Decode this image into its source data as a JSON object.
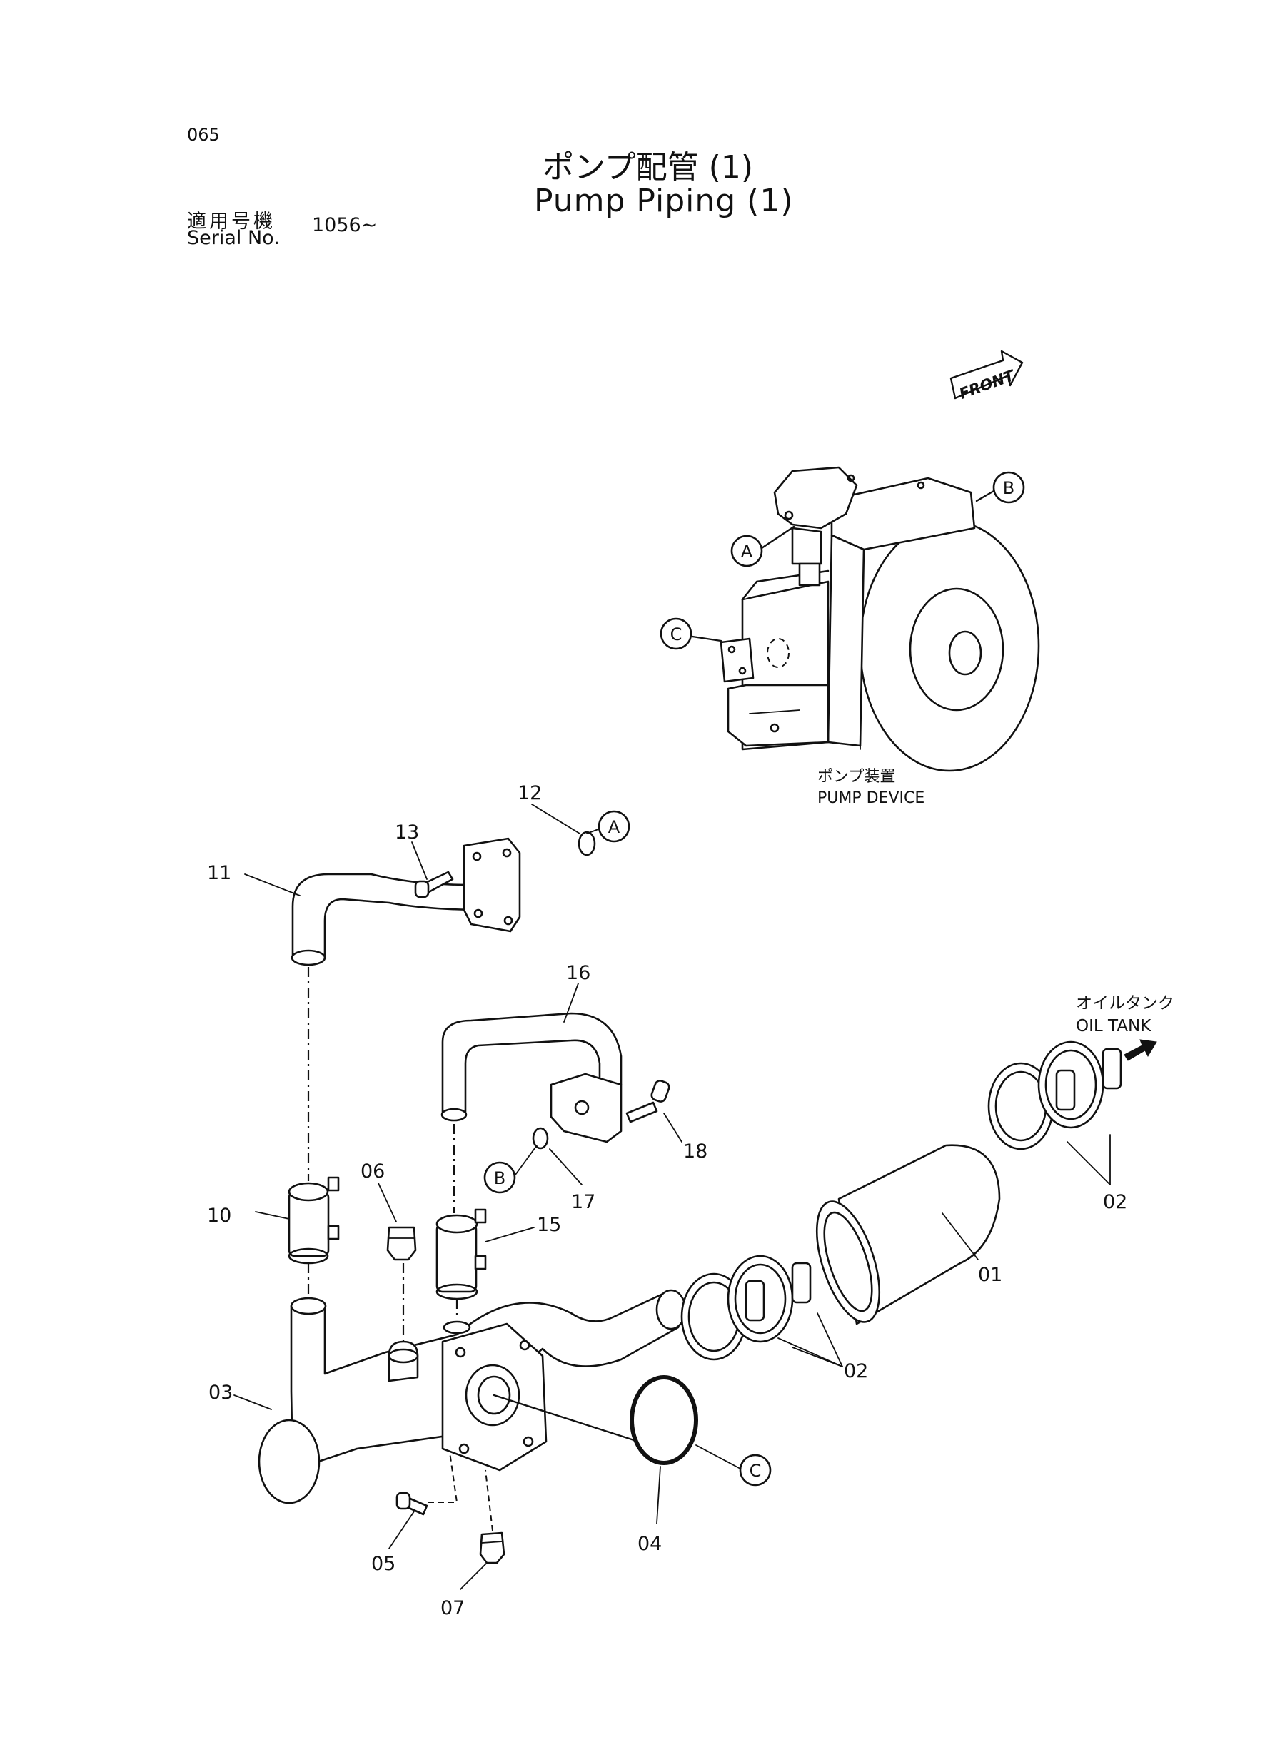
{
  "header": {
    "page_number": "065",
    "title_ja": "ポンプ配管 (1)",
    "title_en": "Pump Piping (1)",
    "serial_label_ja": "適用号機",
    "serial_label_en": "Serial No.",
    "serial_value": "1056~"
  },
  "direction_badge": {
    "label": "FRONT",
    "icon": "front-arrow-icon"
  },
  "callouts": {
    "pump_device_ja": "ポンプ装置",
    "pump_device_en": "PUMP DEVICE",
    "oil_tank_ja": "オイルタンク",
    "oil_tank_en": "OIL TANK"
  },
  "refs": {
    "a": "A",
    "b": "B",
    "c": "C"
  },
  "parts": {
    "p01": "01",
    "p02a": "02",
    "p02b": "02",
    "p03": "03",
    "p04": "04",
    "p05": "05",
    "p06": "06",
    "p07": "07",
    "p10": "10",
    "p11": "11",
    "p12": "12",
    "p13": "13",
    "p15": "15",
    "p16": "16",
    "p17": "17",
    "p18": "18"
  }
}
